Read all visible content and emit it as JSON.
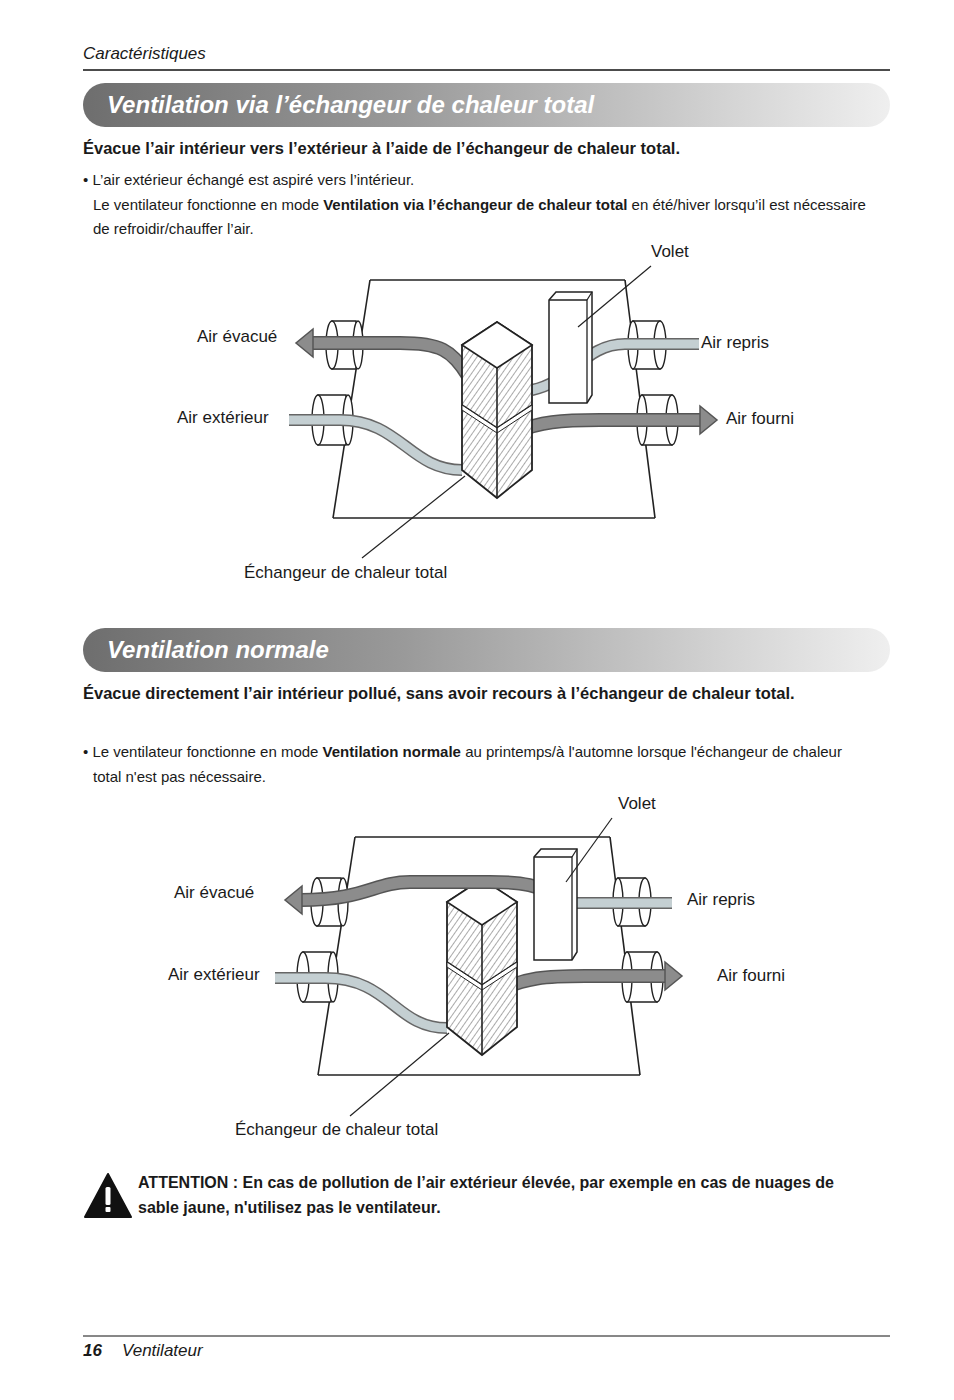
{
  "diagram": {
    "nodes": [
      {
        "text": [
          "Ventilation via l’échangeur de chaleur total"
        ]
      },
      {
        "text": [
          "Ventilation normale"
        ]
      }
    ],
    "labels": [
      "Caractéristiques",
      "Évacue l’air intérieur vers l’extérieur à l’aide de l’échangeur de chaleur total.",
      "• L’air extérieur échangé est aspiré vers l’intérieur.",
      "Le ventilateur fonctionne en mode",
      "Ventilation via l’échangeur de chaleur total",
      "en été/hiver lorsqu’il est nécessaire de refroidir/chauffer l’air.",
      "Volet",
      "Air évacué",
      "Air repris",
      "Air extérieur",
      "Air fourni",
      "Échangeur de chaleur total",
      "Évacue directement l’air intérieur pollué, sans avoir recours à l’échangeur de chaleur total.",
      "• Le ventilateur fonctionne en mode",
      "Ventilation normale",
      "au printemps/à l'automne lorsque l'échangeur de chaleur total n'est pas nécessaire.",
      "Volet",
      "Air évacué",
      "Air repris",
      "Air extérieur",
      "Air fourni",
      "Échangeur de chaleur total",
      "ATTENTION : En cas de pollution de l’air extérieur élevée, par exemple en cas de nuages de sable jaune, n'utilisez pas le ventilateur.",
      "16",
      "Ventilateur"
    ]
  }
}
